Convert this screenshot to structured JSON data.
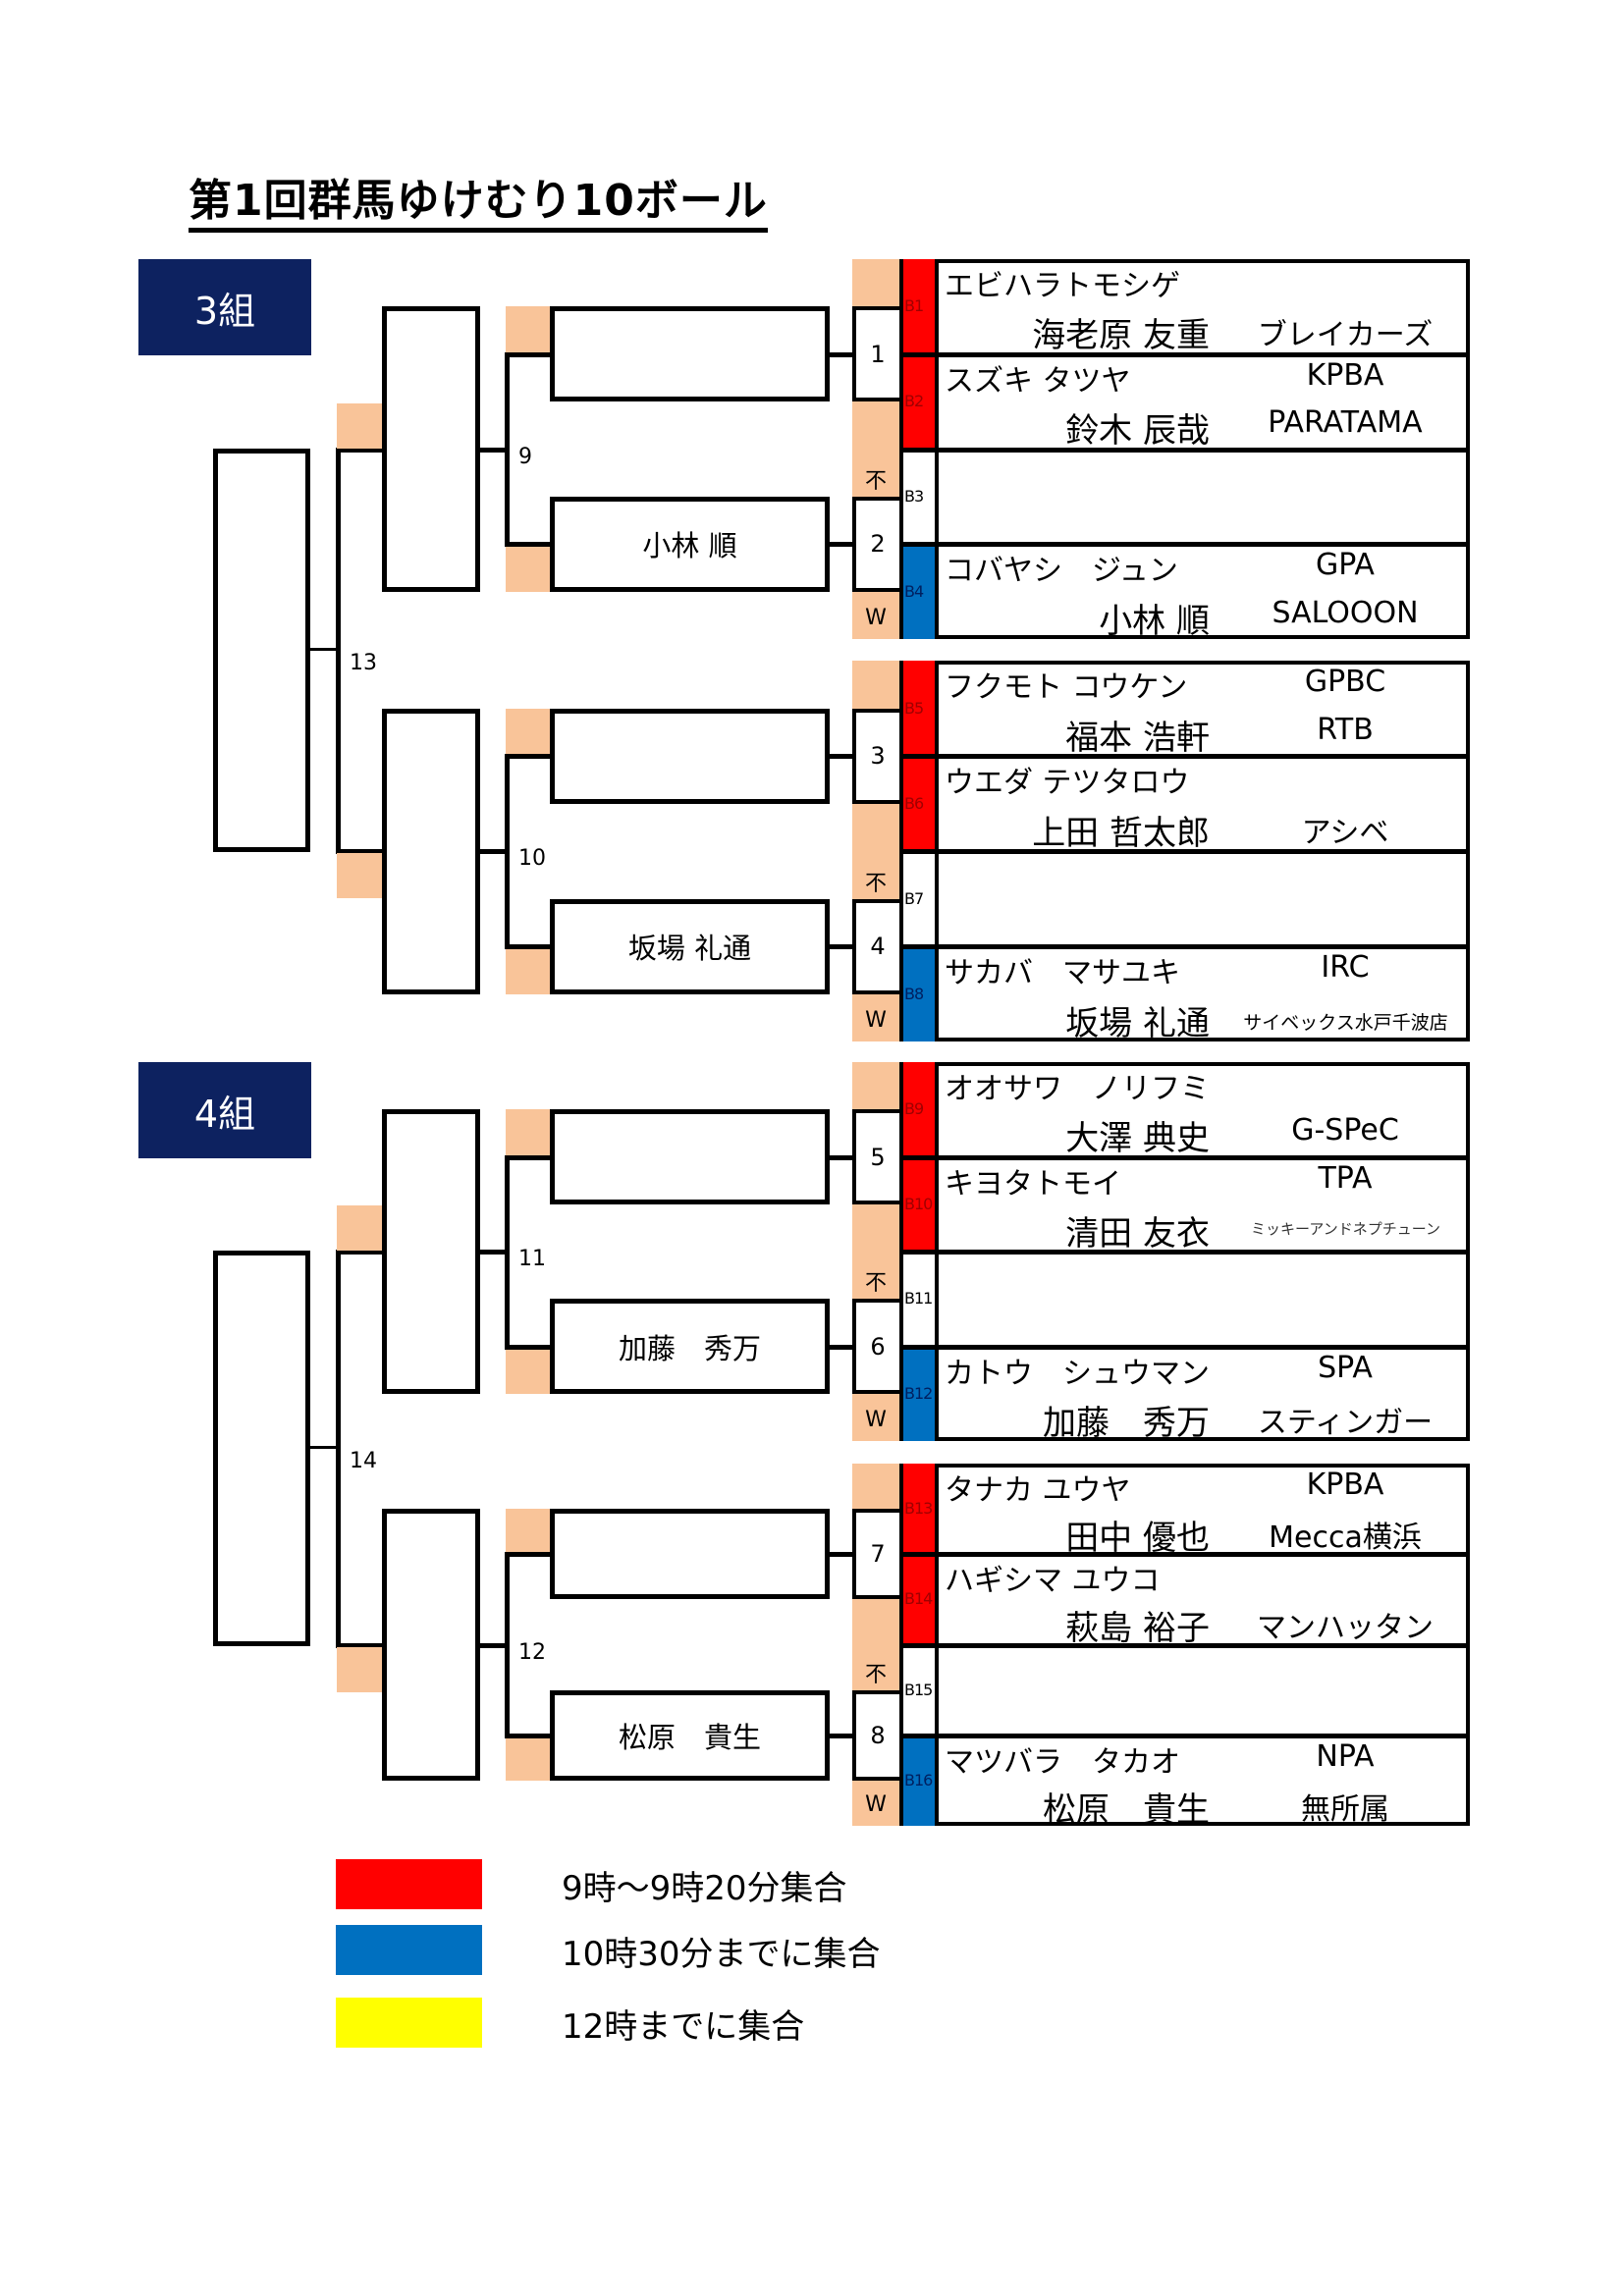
{
  "title": "第1回群馬ゆけむり10ボール",
  "colors": {
    "group_label_bg": "#0d2260",
    "peach": "#f9c499",
    "red": "#ff0000",
    "blue": "#0070c0",
    "yellow": "#ffff00"
  },
  "flags": {
    "absent": "不",
    "winner": "W"
  },
  "groups": [
    {
      "label": "3組",
      "final_match_no": "13",
      "final_winner": "",
      "blocks": [
        {
          "r2_match_no": "9",
          "r2_winner": "",
          "matches": [
            {
              "no": "1",
              "winner": ""
            },
            {
              "no": "2",
              "winner": "小林 順"
            }
          ],
          "players": [
            {
              "seed": "B1",
              "color": "red",
              "kana": "エビハラトモシゲ",
              "name": "海老原 友重",
              "team1": "",
              "team2": "ブレイカーズ"
            },
            {
              "seed": "B2",
              "color": "red",
              "kana": "スズキ タツヤ",
              "name": "鈴木 辰哉",
              "team1": "KPBA",
              "team2": "PARATAMA"
            },
            {
              "seed": "B3",
              "color": "white",
              "kana": "",
              "name": "",
              "team1": "",
              "team2": ""
            },
            {
              "seed": "B4",
              "color": "blue",
              "kana": "コバヤシ　ジュン",
              "name": "小林 順",
              "team1": "GPA",
              "team2": "SALOOON"
            }
          ]
        },
        {
          "r2_match_no": "10",
          "r2_winner": "",
          "matches": [
            {
              "no": "3",
              "winner": ""
            },
            {
              "no": "4",
              "winner": "坂場 礼通"
            }
          ],
          "players": [
            {
              "seed": "B5",
              "color": "red",
              "kana": "フクモト コウケン",
              "name": "福本 浩軒",
              "team1": "GPBC",
              "team2": "RTB"
            },
            {
              "seed": "B6",
              "color": "red",
              "kana": "ウエダ テツタロウ",
              "name": "上田 哲太郎",
              "team1": "",
              "team2": "アシベ"
            },
            {
              "seed": "B7",
              "color": "white",
              "kana": "",
              "name": "",
              "team1": "",
              "team2": ""
            },
            {
              "seed": "B8",
              "color": "blue",
              "kana": "サカバ　マサユキ",
              "name": "坂場 礼通",
              "team1": "IRC",
              "team2": "サイベックス水戸千波店",
              "team2_size": "small"
            }
          ]
        }
      ]
    },
    {
      "label": "4組",
      "final_match_no": "14",
      "final_winner": "",
      "blocks": [
        {
          "r2_match_no": "11",
          "r2_winner": "",
          "matches": [
            {
              "no": "5",
              "winner": ""
            },
            {
              "no": "6",
              "winner": "加藤　秀万"
            }
          ],
          "players": [
            {
              "seed": "B9",
              "color": "red",
              "kana": "オオサワ　ノリフミ",
              "name": "大澤 典史",
              "team1": "",
              "team2": "G-SPeC"
            },
            {
              "seed": "B10",
              "color": "red",
              "kana": "キヨタトモイ",
              "name": "清田 友衣",
              "team1": "TPA",
              "team2": "ミッキーアンドネプチューン",
              "team2_size": "tiny"
            },
            {
              "seed": "B11",
              "color": "white",
              "kana": "",
              "name": "",
              "team1": "",
              "team2": ""
            },
            {
              "seed": "B12",
              "color": "blue",
              "kana": "カトウ　シュウマン",
              "name": "加藤　秀万",
              "team1": "SPA",
              "team2": "スティンガー"
            }
          ]
        },
        {
          "r2_match_no": "12",
          "r2_winner": "",
          "matches": [
            {
              "no": "7",
              "winner": ""
            },
            {
              "no": "8",
              "winner": "松原　貴生"
            }
          ],
          "players": [
            {
              "seed": "B13",
              "color": "red",
              "kana": "タナカ ユウヤ",
              "name": "田中 優也",
              "team1": "KPBA",
              "team2": "Mecca横浜"
            },
            {
              "seed": "B14",
              "color": "red",
              "kana": "ハギシマ ユウコ",
              "name": "萩島 裕子",
              "team1": "",
              "team2": "マンハッタン"
            },
            {
              "seed": "B15",
              "color": "white",
              "kana": "",
              "name": "",
              "team1": "",
              "team2": ""
            },
            {
              "seed": "B16",
              "color": "blue",
              "kana": "マツバラ　タカオ",
              "name": "松原　貴生",
              "team1": "NPA",
              "team2": "無所属"
            }
          ]
        }
      ]
    }
  ],
  "legend": [
    {
      "color": "red",
      "text": "9時～9時20分集合"
    },
    {
      "color": "blue",
      "text": "10時30分までに集合"
    },
    {
      "color": "yellow",
      "text": "12時までに集合"
    }
  ]
}
